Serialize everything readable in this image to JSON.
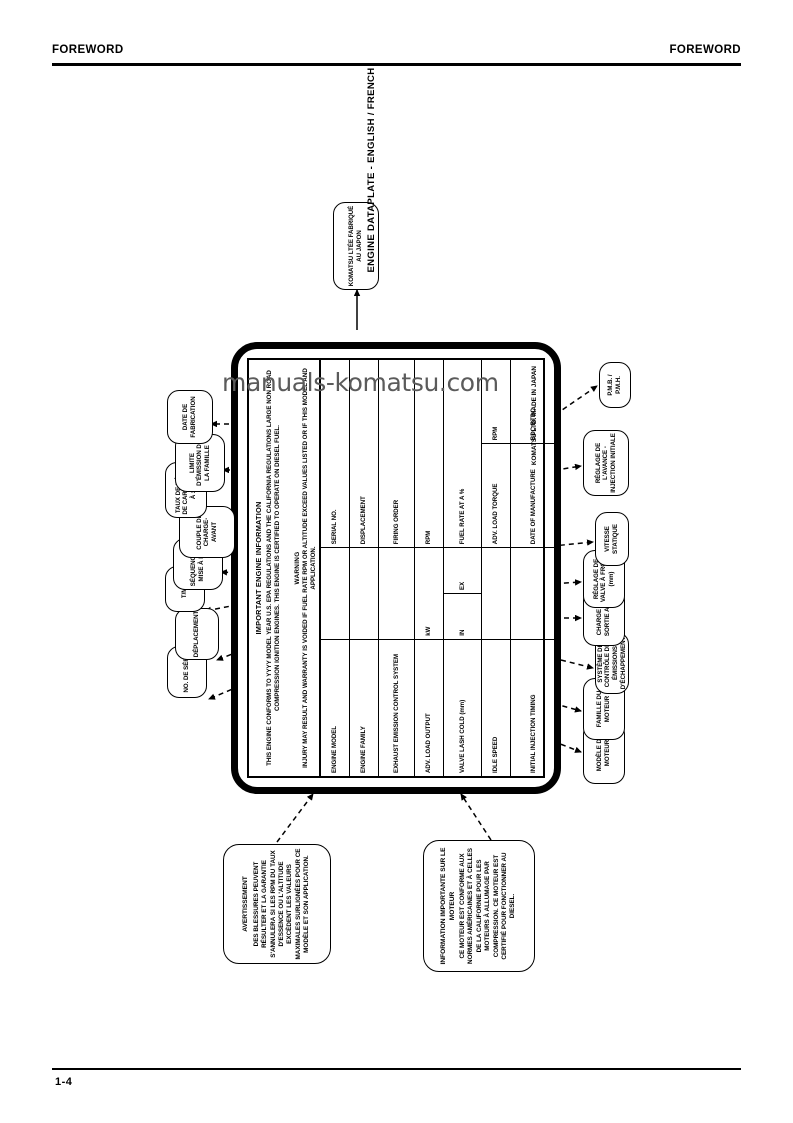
{
  "header": {
    "left": "FOREWORD",
    "right": "FOREWORD"
  },
  "footer": {
    "page_number": "1-4"
  },
  "watermark": "manuals-komatsu.com",
  "caption": "ENGINE DATAPLATE - ENGLISH / FRENCH",
  "dataplate": {
    "title": "IMPORTANT ENGINE INFORMATION",
    "body": "THIS ENGINE CONFORMS TO YYYY MODEL YEAR U.S. EPA REGULATIONS AND THE CALIFORNIA REGULATIONS LARGE NON ROAD COMPRESSION IGNITION ENGINES. THIS ENGINE IS CERTIFIED TO OPERATE ON DIESEL FUEL.",
    "warning_title": "WARNING",
    "warning_body": "INJURY MAY RESULT AND WARRANTY IS VOIDED IF FUEL RATE RPM OR ALTITUDE EXCEED VALUES LISTED OR IF THIS MODEL AND APPLICATION.",
    "rows": [
      {
        "label": "ENGINE MODEL",
        "mid": "",
        "right_label": "SERIAL NO.",
        "right_val": ""
      },
      {
        "label": "ENGINE FAMILY",
        "mid": "",
        "right_label": "DISPLACEMENT",
        "right_val": ""
      },
      {
        "label": "EXHAUST EMISSION\nCONTROL SYSTEM",
        "mid": "",
        "right_label": "FIRING ORDER",
        "right_val": ""
      },
      {
        "label": "ADV. LOAD OUTPUT",
        "mid": "kW",
        "right_label": "RPM",
        "right_val": ""
      },
      {
        "label": "VALVE LASH\nCOLD (mm)",
        "mid": "IN",
        "mid2": "EX",
        "right_label": "FUEL RATE\nAT A %",
        "right_val": ""
      },
      {
        "label": "IDLE SPEED",
        "mid": "",
        "right_label": "ADV. LOAD TORQUE",
        "right_val": "RPM"
      },
      {
        "label": "INITIAL INJECTION\nTIMING",
        "mid": "",
        "right_label": "DATE OF MANUFACTURE",
        "right_val": "BDC BTDC"
      }
    ],
    "brand": "KOMATSU LTD.\nMADE IN JAPAN"
  },
  "callouts_top": [
    {
      "name": "serial-number",
      "text": "NO. DE SÉRIE"
    },
    {
      "name": "displacement",
      "text": "DÉPLACEMENT"
    },
    {
      "name": "rpm",
      "text": "T/MIN."
    },
    {
      "name": "firing-order",
      "text": "SÉQUENCE DE MISE À FEU"
    },
    {
      "name": "adv-load-torque",
      "text": "COUPLE DE CHARGE-AVANT"
    },
    {
      "name": "fuel-rate",
      "text": "TAUX DE DÉBIT DE CARBURANT À xx%"
    },
    {
      "name": "family-limit",
      "text": "LIMITE D'ÉMISSION DE LA FAMILLE"
    },
    {
      "name": "date-of-mfg",
      "text": "DATE DE FABRICATION"
    }
  ],
  "callouts_bottom": [
    {
      "name": "engine-model",
      "text": "MODÈLE DU MOTEUR"
    },
    {
      "name": "engine-family",
      "text": "FAMILLE DU MOTEUR"
    },
    {
      "name": "emission-system",
      "text": "SYSTÈME DE\nCONTRÔLE DES\nÉMISSIONS D'ÉCHAPPEMENT"
    },
    {
      "name": "adv-load-output",
      "text": "CHARGE DE SORTIE ADV."
    },
    {
      "name": "valve-lash",
      "text": "RÉGLAGE DE VALVE À FROID\n(mm)"
    },
    {
      "name": "idle-speed",
      "text": "VITESSE STATIQUE"
    },
    {
      "name": "injection-timing",
      "text": "RÉGLAGE DE L'AVANCE -\nINJECTION INITIALE"
    },
    {
      "name": "bdc-tdc",
      "text": "P.M.B. / P.M.H."
    }
  ],
  "callout_warning": {
    "title": "AVERTISSEMENT",
    "body": "DES BLESSURES PEUVENT RÉSULTER ET LA GARANTIE S'ANNULERA SI LES RPM DU TAUX D'ESSENCE OU L'ALTITUDE EXCÈDENT LES VALEURS MAXIMALES SURLIGNÉES POUR CE MODÈLE ET SON APPLICATION."
  },
  "callout_info": {
    "title": "INFORMATION IMPORTANTE SUR LE MOTEUR",
    "body": "CE MOTEUR EST CONFORME AUX NORMES AMÉRICAINES ET À CELLES DE LA CALIFORNIE POUR LES MOTEURS À ALLUMAGE PAR COMPRESSION. CE MOTEUR EST CERTIFIÉ POUR FONCTIONNER AU DIESEL."
  },
  "callout_brand": {
    "text": "KOMATSU LTÉE\nFABRIQUÉ AU JAPON"
  }
}
